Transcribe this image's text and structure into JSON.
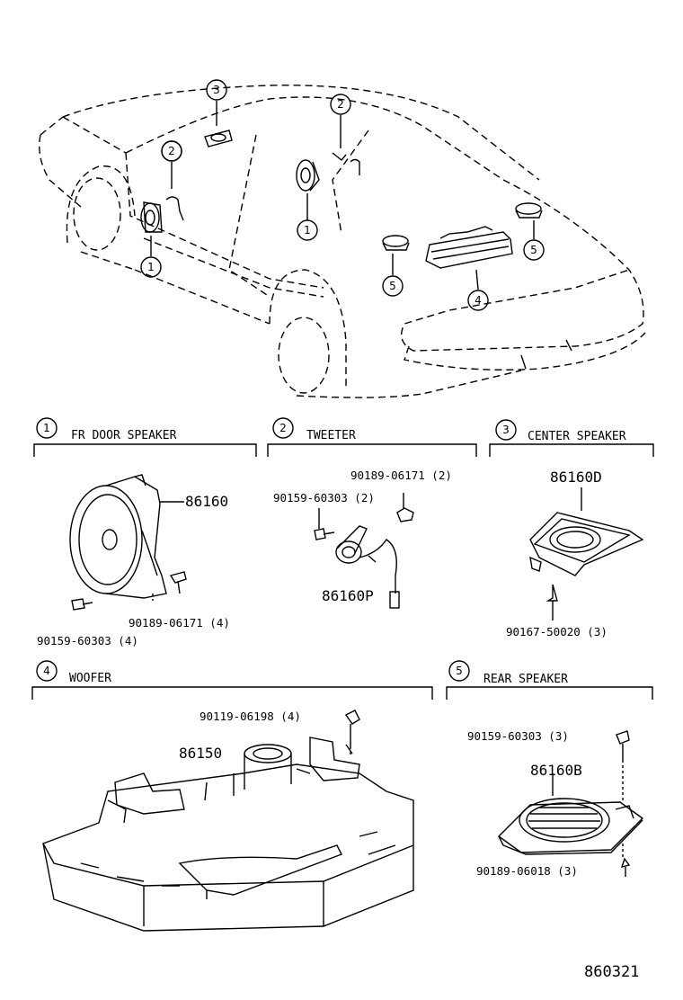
{
  "car_callouts": [
    "3",
    "2",
    "2",
    "1",
    "1",
    "5",
    "5",
    "4"
  ],
  "sections": {
    "fr_door": {
      "num": "1",
      "title": "FR DOOR SPEAKER",
      "parts": {
        "speaker": "86160",
        "screw": "90189-06171 (4)",
        "bolt": "90159-60303 (4)"
      }
    },
    "tweeter": {
      "num": "2",
      "title": "TWEETER",
      "parts": {
        "screw": "90189-06171 (2)",
        "bolt": "90159-60303 (2)",
        "tweeter": "86160P"
      }
    },
    "center": {
      "num": "3",
      "title": "CENTER SPEAKER",
      "parts": {
        "speaker": "86160D",
        "screw": "90167-50020 (3)"
      }
    },
    "woofer": {
      "num": "4",
      "title": "WOOFER",
      "parts": {
        "bolt": "90119-06198 (4)",
        "woofer": "86150"
      }
    },
    "rear": {
      "num": "5",
      "title": "REAR SPEAKER",
      "parts": {
        "bolt": "90159-60303 (3)",
        "speaker": "86160B",
        "screw": "90189-06018 (3)"
      }
    }
  },
  "diagram_id": "860321"
}
